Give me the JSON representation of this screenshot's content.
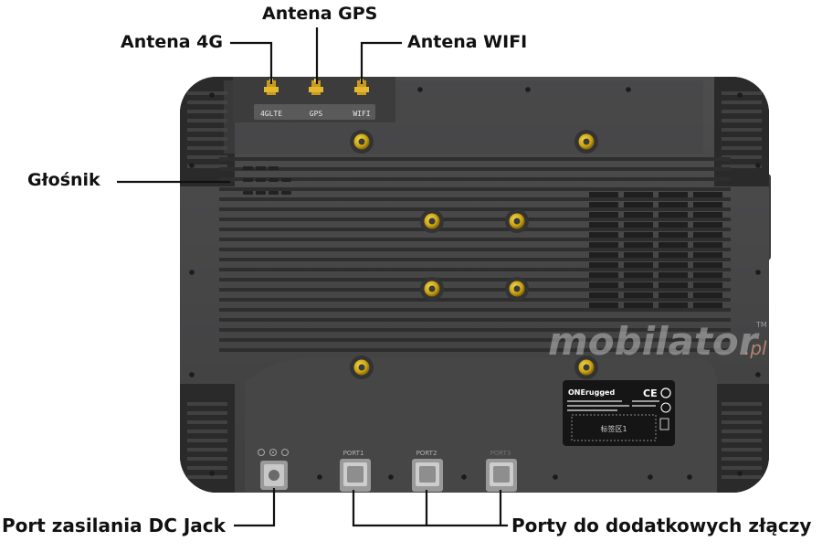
{
  "callouts": {
    "antenna_gps": "Antena GPS",
    "antenna_4g": "Antena 4G",
    "antenna_wifi": "Antena WIFI",
    "speaker": "Głośnik",
    "dc_jack": "Port zasilania DC Jack",
    "extra_ports": "Porty do dodatkowych złączy"
  },
  "device": {
    "antenna_labels": [
      "4GLTE",
      "GPS",
      "WIFI"
    ],
    "port_labels": [
      "PORT1",
      "PORT2",
      "PORT3"
    ],
    "brand_label": "ONErugged",
    "label_box_text": "标签区1",
    "ce_mark": "CE",
    "watermark": "mobilator",
    "watermark_suffix": ".pl",
    "watermark_tm": "TM"
  },
  "colors": {
    "body": "#4a4a4b",
    "body_dark": "#343435",
    "bumper": "#2c2c2d",
    "screw_gold": "#d6b21a",
    "label_plate": "#141414"
  }
}
